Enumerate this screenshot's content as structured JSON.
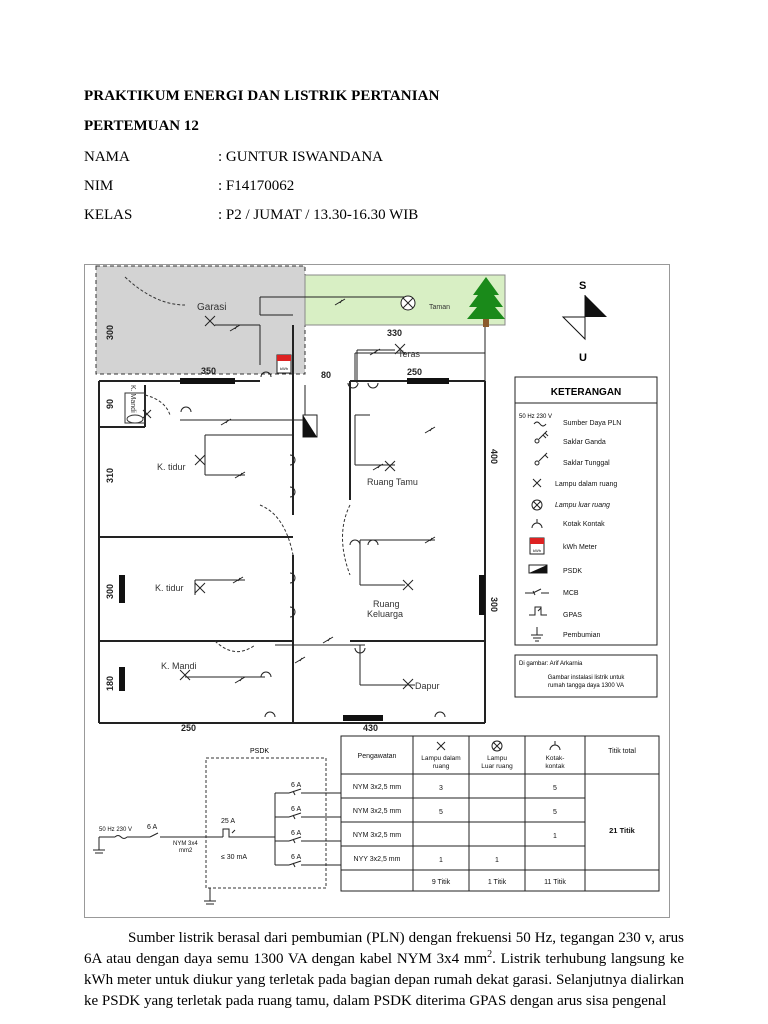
{
  "header": {
    "title": "PRAKTIKUM ENERGI DAN LISTRIK PERTANIAN",
    "meeting": "PERTEMUAN 12"
  },
  "info": [
    {
      "label": "NAMA",
      "value": ": GUNTUR ISWANDANA"
    },
    {
      "label": "NIM",
      "value": ": F14170062"
    },
    {
      "label": "KELAS",
      "value": ": P2 / JUMAT / 13.30-16.30 WIB"
    }
  ],
  "plan": {
    "rooms": {
      "garasi": "Garasi",
      "taman": "Taman",
      "teras": "Teras",
      "kmandi_top": "K. Mandi",
      "ktidur1": "K. tidur",
      "ktidur2": "K. tidur",
      "ruang_tamu": "Ruang Tamu",
      "ruang_keluarga_1": "Ruang",
      "ruang_keluarga_2": "Keluarga",
      "kmandi_bottom": "K. Mandi",
      "dapur": "Dapur"
    },
    "dims": {
      "d300_left": "300",
      "d330": "330",
      "d350": "350",
      "d80": "80",
      "d250_top": "250",
      "d90": "90",
      "d310": "310",
      "d400": "400",
      "d300_mid": "300",
      "d300_right": "300",
      "d180": "180",
      "d250_bottom": "250",
      "d430": "430"
    },
    "kwh_text": "kWh",
    "compass_s": "S",
    "compass_u": "U"
  },
  "legend": {
    "title": "KETERANGAN",
    "source_label": "50 Hz 230 V",
    "items": [
      "Sumber Daya PLN",
      "Saklar Ganda",
      "Saklar Tunggal",
      "Lampu dalam ruang",
      "Lampu luar ruang",
      "Kotak Kontak",
      "kWh Meter",
      "PSDK",
      "MCB",
      "GPAS",
      "Pembumian"
    ],
    "kwh_icon_text": "kWh",
    "drawn_by": "Di gambar: Arif Arkarnia",
    "caption_1": "Gambar instalasi listrik untuk",
    "caption_2": "rumah tangga daya 1300 VA"
  },
  "schematic": {
    "psdk_label": "PSDK",
    "source": "50 Hz 230 V",
    "main_mcb": "6 A",
    "cable_1": "NYM 3x4",
    "cable_2": "mm2",
    "gpas": "25 A",
    "gpas_leak": "≤ 30 mA",
    "branches": [
      "6 A",
      "6 A",
      "6 A",
      "6 A"
    ]
  },
  "table": {
    "headers": {
      "wiring": "Pengawatan",
      "lamp_in_1": "Lampu dalam",
      "lamp_in_2": "ruang",
      "lamp_out_1": "Lampu",
      "lamp_out_2": "Luar ruang",
      "socket_1": "Kotak-",
      "socket_2": "kontak",
      "total": "Titik total"
    },
    "rows": [
      {
        "cable": "NYM 3x2,5 mm",
        "lamp_in": "3",
        "lamp_out": "",
        "socket": "5"
      },
      {
        "cable": "NYM 3x2,5 mm",
        "lamp_in": "5",
        "lamp_out": "",
        "socket": "5"
      },
      {
        "cable": "NYM 3x2,5 mm",
        "lamp_in": "",
        "lamp_out": "",
        "socket": "1"
      },
      {
        "cable": "NYY 3x2,5 mm",
        "lamp_in": "1",
        "lamp_out": "1",
        "socket": ""
      }
    ],
    "totals": {
      "lamp_in": "9 Titik",
      "lamp_out": "1 Titik",
      "socket": "11 Titik"
    },
    "grand_total": "21 Titik"
  },
  "paragraph": {
    "part1": "Sumber listrik berasal dari pembumian (PLN) dengan frekuensi 50 Hz, tegangan 230 v, arus 6A atau dengan daya semu 1300 VA dengan kabel NYM 3x4 mm",
    "sup": "2",
    "part2": ". Listrik terhubung langsung ke kWh meter untuk diukur yang terletak pada bagian depan rumah dekat garasi. Selanjutnya dialirkan ke PSDK yang terletak pada ruang tamu, dalam PSDK diterima GPAS dengan arus sisa pengenal"
  }
}
